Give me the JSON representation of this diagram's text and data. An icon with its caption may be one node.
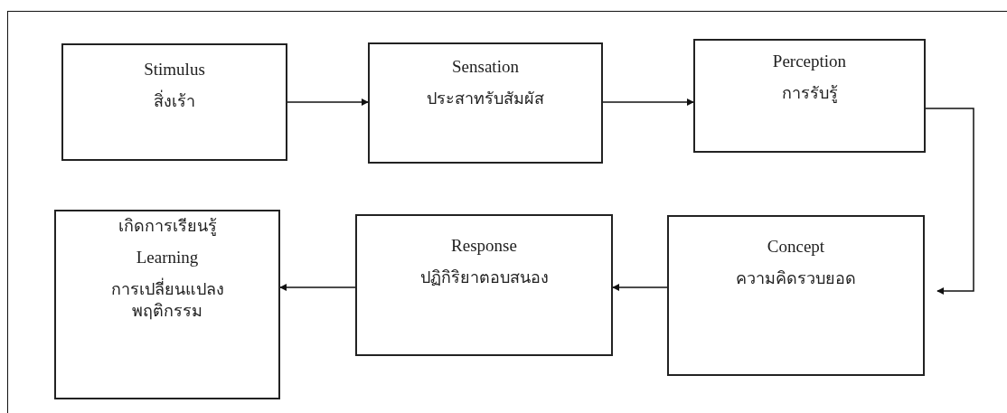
{
  "diagram": {
    "nodes": [
      {
        "text": [
          "Stimulus",
          "สิ่งเร้า"
        ]
      },
      {
        "text": [
          "Sensation",
          "ประสาทรับสัมผัส"
        ]
      },
      {
        "text": [
          "Perception",
          "การรับรู้"
        ]
      },
      {
        "text": [
          "Concept",
          "ความคิดรวบยอด"
        ]
      },
      {
        "text": [
          "Response",
          "ปฏิกิริยาตอบสนอง"
        ]
      },
      {
        "text": [
          "เกิดการเรียนรู้",
          "Learning",
          "การเปลี่ยนแปลงพฤติกรรม"
        ]
      }
    ],
    "edges": [
      {
        "from": 0,
        "to": 1,
        "arrow": "to"
      },
      {
        "from": 1,
        "to": 2,
        "arrow": "to"
      },
      {
        "from": 2,
        "to": 3,
        "arrow": "to"
      },
      {
        "from": 3,
        "to": 4,
        "arrow": "to"
      },
      {
        "from": 4,
        "to": 5,
        "arrow": "to"
      }
    ]
  }
}
